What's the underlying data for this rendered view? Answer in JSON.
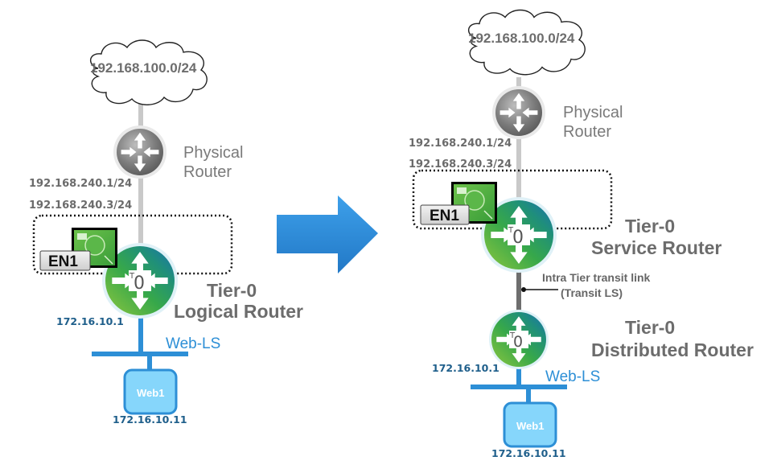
{
  "left_panel": {
    "cloud_label": "192.168.100.0/24",
    "physical_router_label": [
      "Physical",
      "Router"
    ],
    "uplink_ip_physical": "192.168.240.1/24",
    "uplink_ip_edge": "192.168.240.3/24",
    "edge_node_label": "EN1",
    "router_badge": "0",
    "router_badge_prefix": "T",
    "router_label": [
      "Tier-0",
      "Logical Router"
    ],
    "downlink_ip": "172.16.10.1",
    "segment_label": "Web-LS",
    "vm_label": "Web1",
    "vm_ip": "172.16.10.11"
  },
  "transition_arrow": "arrow-right-icon",
  "right_panel": {
    "cloud_label": "192.168.100.0/24",
    "physical_router_label": [
      "Physical",
      "Router"
    ],
    "uplink_ip_physical": "192.168.240.1/24",
    "uplink_ip_edge": "192.168.240.3/24",
    "edge_node_label": "EN1",
    "service_router_badge": "0",
    "service_router_badge_prefix": "T",
    "service_router_label": [
      "Tier-0",
      "Service Router"
    ],
    "transit_label": [
      "Intra Tier transit link",
      "(Transit LS)"
    ],
    "distributed_router_badge": "0",
    "distributed_router_badge_prefix": "T",
    "distributed_router_label": [
      "Tier-0",
      "Distributed Router"
    ],
    "downlink_ip": "172.16.10.1",
    "segment_label": "Web-LS",
    "vm_label": "Web1",
    "vm_ip": "172.16.10.11"
  },
  "colors": {
    "segment_blue": "#2d8fd6",
    "vm_fill": "#86d6fb",
    "ip_blue": "#1f5f8b",
    "label_gray": "#6c6c6c",
    "edge_green": "#4caf50",
    "arrow_blue": "#2f8fdc"
  }
}
